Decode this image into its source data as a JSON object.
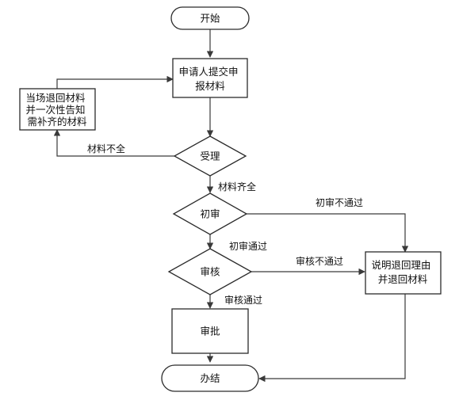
{
  "nodes": {
    "start": "开始",
    "submit": [
      "申请人提交申",
      "报材料"
    ],
    "return_onsite": [
      "当场退回材料",
      "并一次性告知",
      "需补齐的材料"
    ],
    "accept": "受理",
    "first_review": "初审",
    "review": "审核",
    "approve": "审批",
    "explain_return": [
      "说明退回理由",
      "并退回材料"
    ],
    "done": "办结"
  },
  "edges": {
    "incomplete": "材料不全",
    "complete": "材料齐全",
    "first_fail": "初审不通过",
    "first_pass": "初审通过",
    "review_fail": "审核不通过",
    "review_pass": "审核通过"
  }
}
